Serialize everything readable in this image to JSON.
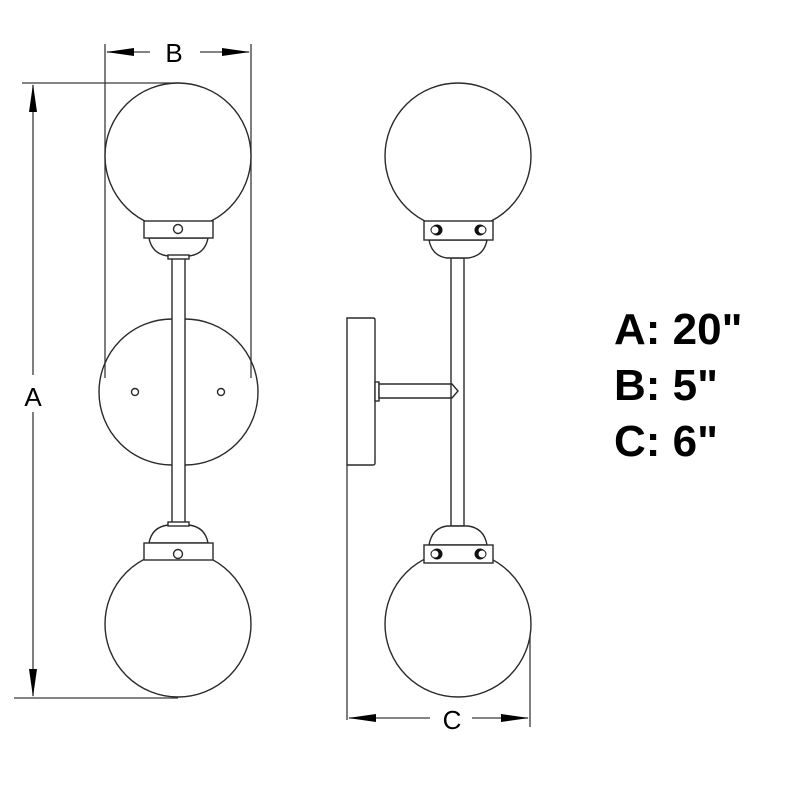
{
  "dimension_labels": {
    "a": "A",
    "b": "B",
    "c": "C"
  },
  "specs": [
    {
      "letter": "A:",
      "value": "20\""
    },
    {
      "letter": "B:",
      "value": "5\""
    },
    {
      "letter": "C:",
      "value": "6\""
    }
  ],
  "colors": {
    "line": "#2a2a2a",
    "background": "#ffffff",
    "text": "#000000"
  }
}
